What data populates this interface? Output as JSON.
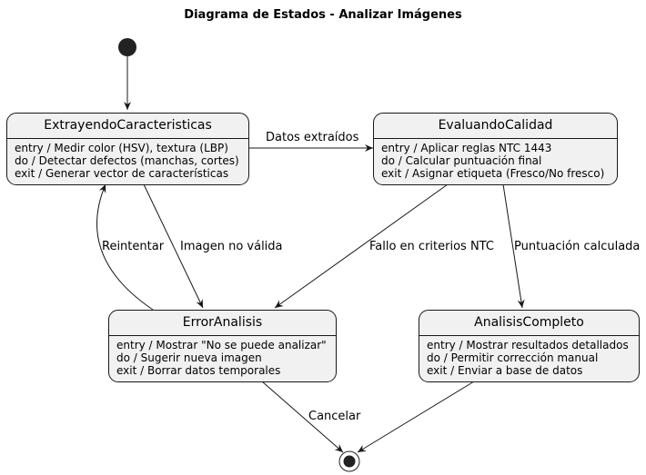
{
  "title": "Diagrama de Estados - Analizar Imágenes",
  "states": {
    "extrayendo": {
      "name": "ExtrayendoCaracteristicas",
      "lines": [
        "entry / Medir color (HSV), textura (LBP)",
        "do / Detectar defectos (manchas, cortes)",
        "exit / Generar vector de características"
      ]
    },
    "evaluando": {
      "name": "EvaluandoCalidad",
      "lines": [
        "entry / Aplicar reglas NTC 1443",
        "do / Calcular puntuación final",
        "exit / Asignar etiqueta (Fresco/No fresco)"
      ]
    },
    "error": {
      "name": "ErrorAnalisis",
      "lines": [
        "entry / Mostrar \"No se puede analizar\"",
        "do / Sugerir nueva imagen",
        "exit / Borrar datos temporales"
      ]
    },
    "completo": {
      "name": "AnalisisCompleto",
      "lines": [
        "entry / Mostrar resultados detallados",
        "do / Permitir corrección manual",
        "exit / Enviar a base de datos"
      ]
    }
  },
  "transitions": {
    "datos_extraidos": "Datos extraídos",
    "imagen_no_valida": "Imagen no válida",
    "reintentar": "Reintentar",
    "fallo_criterios": "Fallo en criterios NTC",
    "puntuacion_calculada": "Puntuación calculada",
    "cancelar": "Cancelar"
  },
  "colors": {
    "state_fill": "#f1f1f1",
    "border": "#181818",
    "initial_node": "#222222"
  }
}
